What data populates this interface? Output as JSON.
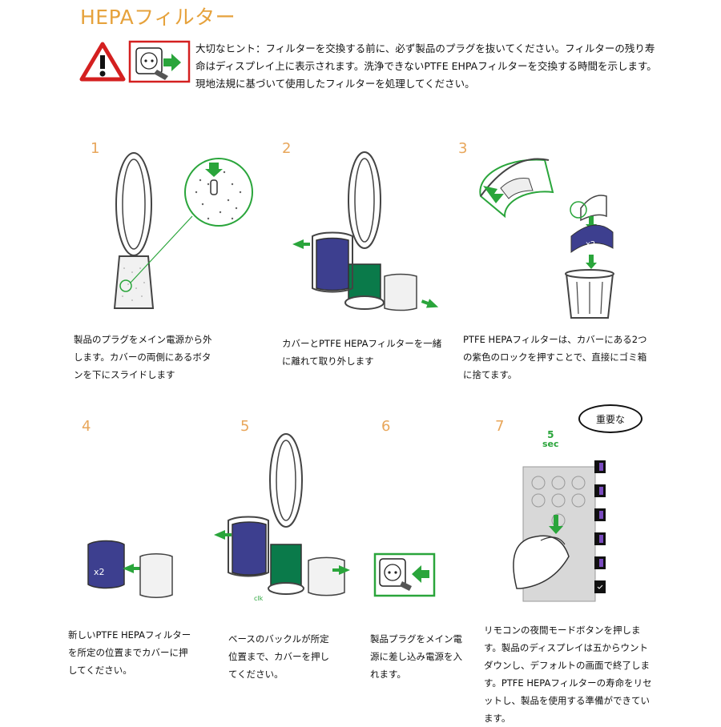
{
  "title": "HEPAフィルター",
  "hint": "大切なヒント：フィルターを交換する前に、必ず製品のプラグを抜いてください。フィルターの残り寿命はディスプレイ上に表示されます。洗浄できないPTFE EHPAフィルターを交換する時間を示します。現地法規に基づいて使用したフィルターを処理してください。",
  "steps": [
    {
      "num": "1",
      "text": "製品のプラグをメイン電源から外します。カバーの両側にあるボタンを下にスライドします"
    },
    {
      "num": "2",
      "text": "カバーとPTFE HEPAフィルターを一緒に離れて取り外します"
    },
    {
      "num": "3",
      "text": "PTFE HEPAフィルターは、カバーにある2つの紫色のロックを押すことで、直接にゴミ箱に捨てます。"
    },
    {
      "num": "4",
      "text": "新しいPTFE HEPAフィルターを所定の位置までカバーに押してください。"
    },
    {
      "num": "5",
      "text": "ベースのバックルが所定位置まで、カバーを押してください。"
    },
    {
      "num": "6",
      "text": "製品プラグをメイン電源に差し込み電源を入れます。"
    },
    {
      "num": "7",
      "text": "リモコンの夜間モードボタンを押します。製品のディスプレイは五からウントダウンし、デフォルトの画面で終了します。PTFE HEPAフィルターの寿命をリセットし、製品を使用する準備ができています。"
    }
  ],
  "labels": {
    "x2a": "x2",
    "x2b": "x2",
    "clk": "clk",
    "important": "重要な",
    "sec_num": "5",
    "sec_unit": "sec"
  },
  "colors": {
    "title": "#e6a23c",
    "step_number": "#e8a65a",
    "green": "#2aa53b",
    "purple": "#3d3f8f",
    "teal_filter": "#0a7a4a"
  },
  "icons": [
    "warning-triangle-icon",
    "unplug-socket-icon",
    "plug-in-socket-icon",
    "remote-night-mode-icon"
  ]
}
